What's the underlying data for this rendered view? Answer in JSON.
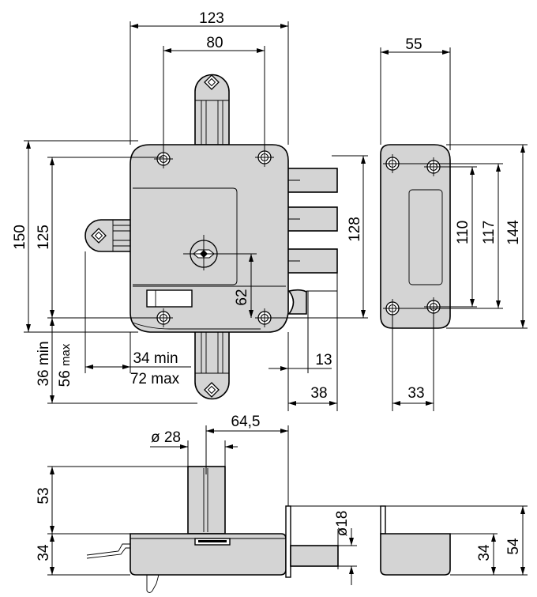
{
  "colors": {
    "part_fill": "#d4d4d4",
    "line": "#000000",
    "background": "#ffffff"
  },
  "front_view": {
    "overall_width": "123",
    "hole_spacing_width": "80",
    "overall_height": "150",
    "hole_spacing_height": "125",
    "bolt_span": "128",
    "keyhole_to_hole": "62",
    "latch_offset": "13",
    "bolt_projection": "38",
    "side_bolt_min": "34 min",
    "side_bolt_max": "72 max",
    "vertical_bolt_min": "36 min",
    "vertical_bolt_max_value": "56",
    "vertical_bolt_max_suffix": "max"
  },
  "side_view": {
    "width": "55",
    "inner_hole_spacing": "110",
    "outer_hole_spacing": "117",
    "height": "144",
    "hole_spacing_width": "33"
  },
  "bottom_view": {
    "cylinder_diameter": "ø 28",
    "cylinder_to_front": "64,5",
    "cylinder_height": "53",
    "body_depth": "34",
    "bolt_diameter": "ø18",
    "case_depth": "34",
    "case_height": "54"
  }
}
